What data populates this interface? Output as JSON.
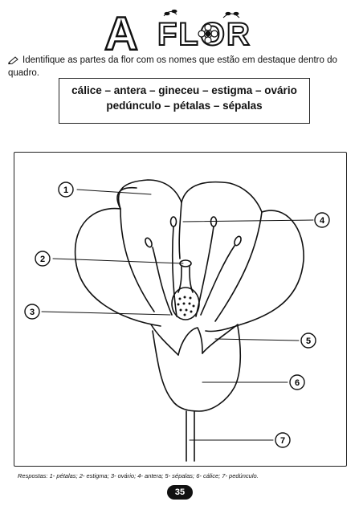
{
  "title": {
    "letter_a": "A",
    "word": "FLOR"
  },
  "instruction": "Identifique as partes da flor com os nomes que estão em destaque dentro do quadro.",
  "word_box": {
    "line1": "cálice – antera – gineceu – estigma – ovário",
    "line2": "pedúnculo – pétalas – sépalas"
  },
  "diagram": {
    "markers": [
      "1",
      "2",
      "3",
      "4",
      "5",
      "6",
      "7"
    ]
  },
  "answers": "Respostas: 1- pétalas; 2- estigma; 3- ovário; 4- antera; 5- sépalas; 6- cálice; 7- pedúnculo.",
  "page_number": "35",
  "icons": {
    "pencil": "pencil-icon"
  }
}
